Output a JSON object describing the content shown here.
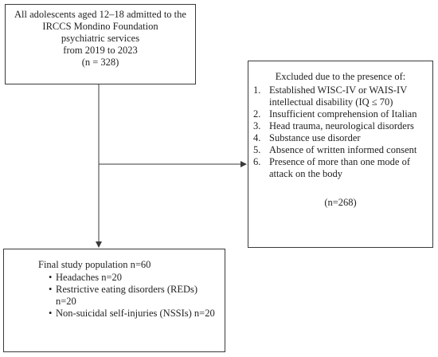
{
  "top_box": {
    "lines": [
      "All adolescents aged 12–18 admitted to the",
      "IRCCS Mondino Foundation",
      "psychiatric services",
      "from 2019 to 2023",
      "(n = 328)"
    ]
  },
  "excluded_box": {
    "title": "Excluded due to the presence of:",
    "items": [
      {
        "num": "1.",
        "text": "Established WISC-IV or WAIS-IV intellectual disability (IQ ≤ 70)"
      },
      {
        "num": "2.",
        "text": "Insufficient comprehension of Italian"
      },
      {
        "num": "3.",
        "text": "Head trauma, neurological disorders"
      },
      {
        "num": "4.",
        "text": "Substance use disorder"
      },
      {
        "num": "5.",
        "text": "Absence of written informed consent"
      },
      {
        "num": "6.",
        "text": "Presence of more than one mode of attack on the body"
      }
    ],
    "count": "(n=268)"
  },
  "final_box": {
    "title": "Final study population n=60",
    "bullet": "•",
    "groups": [
      "Headaches n=20",
      "Restrictive eating disorders (REDs) n=20",
      "Non-suicidal self-injuries (NSSIs) n=20"
    ]
  }
}
